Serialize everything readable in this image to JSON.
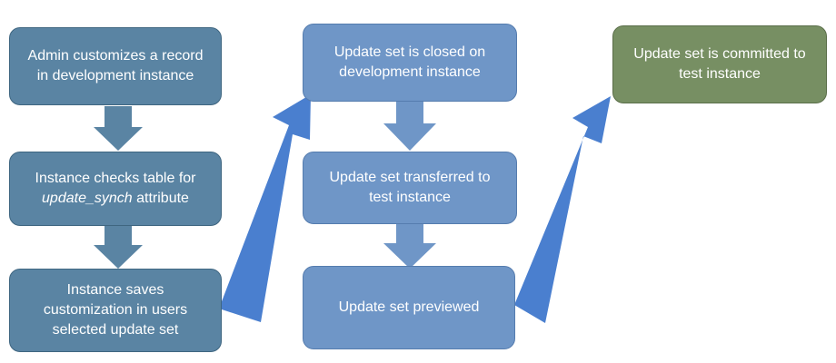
{
  "steps": {
    "admin_customizes": "Admin customizes a record in development instance",
    "instance_checks_prefix": "Instance checks table for",
    "instance_checks_attr": "update_synch",
    "instance_checks_suffix": "attribute",
    "instance_saves": "Instance saves customization in users selected update set",
    "update_set_closed": "Update set is closed on development instance",
    "update_set_transferred": "Update set transferred to test instance",
    "update_set_previewed": "Update set previewed",
    "update_set_committed": "Update set is committed to test instance"
  },
  "colors": {
    "dark_box": "#5a84a3",
    "light_box": "#6f96c7",
    "green_box": "#778f63",
    "down_arrow": "#5a84a3",
    "light_down_arrow": "#6f96c7",
    "diagonal_arrow": "#4a7fcf"
  }
}
